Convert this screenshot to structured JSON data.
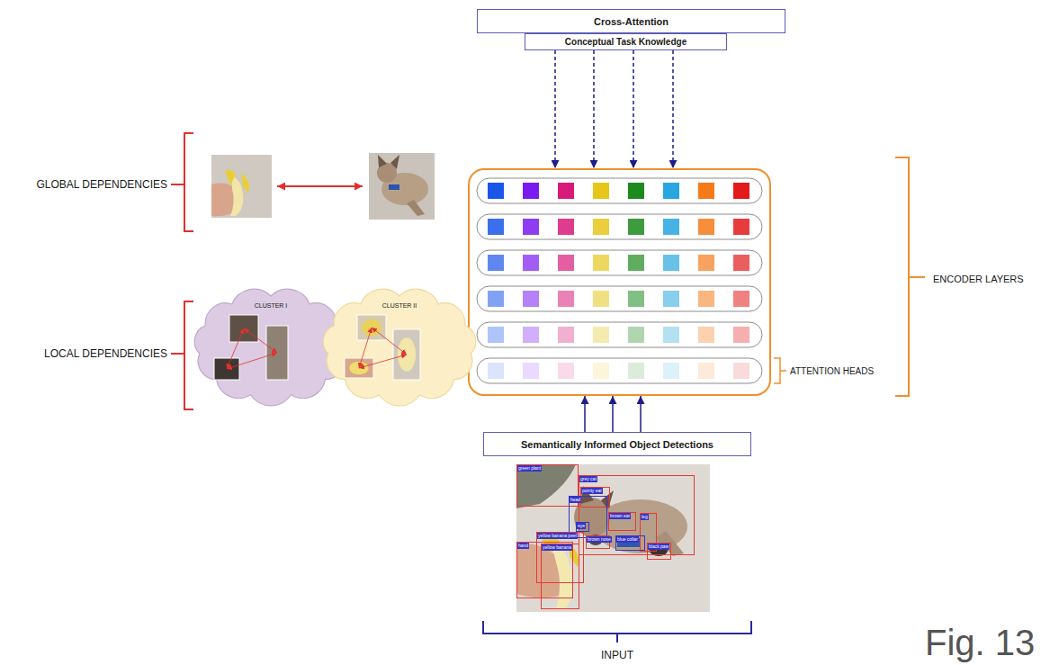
{
  "diagram": {
    "nodes": [
      {
        "text": [
          "Cross-Attention"
        ]
      },
      {
        "text": [
          "Conceptual Task Knowledge"
        ]
      },
      {
        "text": [
          "ENCODER LAYERS"
        ]
      },
      {
        "text": [
          "CLUSTER I"
        ]
      },
      {
        "text": [
          "CLUSTER II"
        ]
      },
      {
        "text": [
          "Semantically Informed Object Detections"
        ]
      }
    ],
    "edges": [
      {
        "from": 1,
        "to": 2,
        "arrow": "to"
      },
      {
        "from": 1,
        "to": 2,
        "arrow": "to"
      },
      {
        "from": 1,
        "to": 2,
        "arrow": "to"
      },
      {
        "from": 1,
        "to": 2,
        "arrow": "to"
      },
      {
        "from": 5,
        "to": 2,
        "arrow": "to"
      },
      {
        "from": 5,
        "to": 2,
        "arrow": "to"
      },
      {
        "from": 5,
        "to": 2,
        "arrow": "to"
      }
    ],
    "labels": [
      "GLOBAL DEPENDENCIES",
      "LOCAL DEPENDENCIES",
      "ATTENTION HEADS",
      "INPUT",
      "Fig. 13",
      "green plant",
      "grey cat",
      "pointy ear",
      "head",
      "brown ear",
      "leg",
      "eye",
      "brown nose",
      "blue collar",
      "yellow banana peel",
      "yellow banana",
      "black paw",
      "hand"
    ]
  }
}
